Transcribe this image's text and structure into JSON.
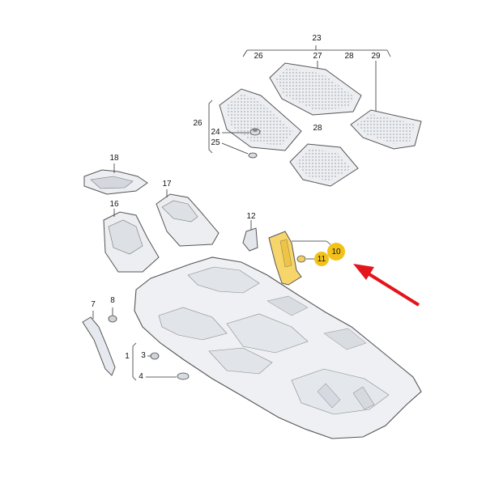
{
  "diagram": {
    "labels": {
      "l23": "23",
      "l26a": "26",
      "l27": "27",
      "l28a": "28",
      "l29": "29",
      "l26b": "26",
      "l24": "24",
      "l25": "25",
      "l28b": "28",
      "l18": "18",
      "l17": "17",
      "l16": "16",
      "l12": "12",
      "l10": "10",
      "l11": "11",
      "l7": "7",
      "l8": "8",
      "l1": "1",
      "l3": "3",
      "l4": "4"
    },
    "highlight_color": "#f2c21b",
    "arrow_color": "#e3151a",
    "part_fill": "#eef0f3",
    "highlight_part_fill": "#f6d56a"
  }
}
